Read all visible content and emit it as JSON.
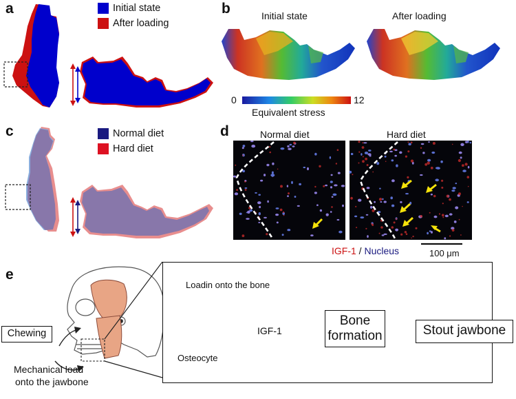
{
  "panels": {
    "a": {
      "letter": "a",
      "legend": [
        {
          "label": "Initial state",
          "color": "#0000cc"
        },
        {
          "label": "After loading",
          "color": "#cc1111"
        }
      ]
    },
    "b": {
      "letter": "b",
      "titles": [
        "Initial state",
        "After loading"
      ],
      "colorbar": {
        "min": "0",
        "max": "12",
        "label": "Equivalent stress"
      }
    },
    "c": {
      "letter": "c",
      "legend": [
        {
          "label": "Normal diet",
          "color": "#1a1a80"
        },
        {
          "label": "Hard diet",
          "color": "#dd1122"
        }
      ]
    },
    "d": {
      "letter": "d",
      "titles": [
        "Normal diet",
        "Hard diet"
      ],
      "stain_a": "IGF-1",
      "stain_sep": " / ",
      "stain_b": "Nucleus",
      "scale_bar": "100 μm"
    },
    "e": {
      "letter": "e",
      "chewing": "Chewing",
      "mech_load_1": "Mechanical load",
      "mech_load_2": "onto the jawbone",
      "loading_text": "Loadin onto the bone",
      "osteocyte": "Osteocyte",
      "igf": "IGF-1",
      "bone_formation_1": "Bone",
      "bone_formation_2": "formation",
      "stout": "Stout jawbone"
    }
  }
}
